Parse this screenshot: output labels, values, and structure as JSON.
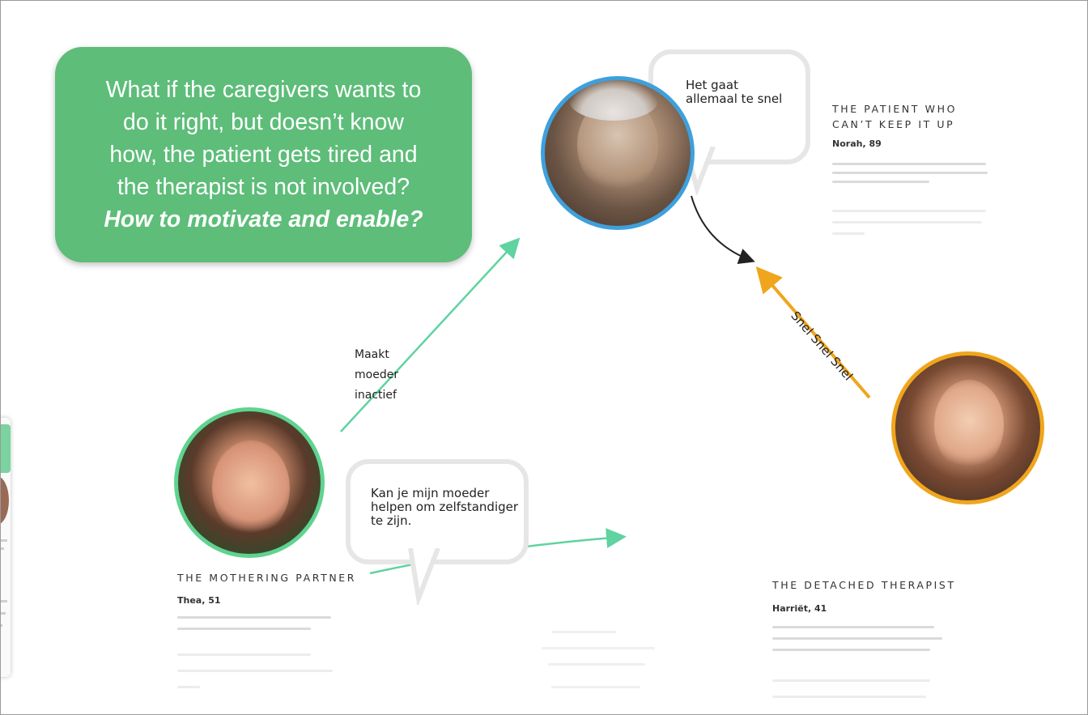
{
  "question": {
    "lines": [
      "What if the caregivers wants to",
      "do it right, but doesn’t know",
      "how, the patient gets tired and",
      "the therapist is not involved?"
    ],
    "emphasis": "How to motivate and enable?",
    "color": "#5dbd79"
  },
  "patient": {
    "title": "THE PATIENT WHO\nCAN’T KEEP IT UP",
    "name": "Norah, 89",
    "bubble": "Het gaat\nallemaal te snel",
    "ring_color": "#3ea0dc"
  },
  "partner": {
    "title": "THE MOTHERING PARTNER",
    "name": "Thea, 51",
    "bubble": "Kan je mijn moeder\nhelpen om zelfstandiger\nte zijn.",
    "ring_color": "#5fd38f"
  },
  "therapist": {
    "title": "THE DETACHED THERAPIST",
    "name": "Harriët, 41",
    "ring_color": "#f0a51c"
  },
  "arrows": {
    "partner_to_patient_label": "Maakt\nmoeder\ninactief",
    "therapist_to_patient_label": "Snel Snel Snel",
    "green": "#5fd3a0",
    "orange": "#f0a51c",
    "dark": "#222222"
  }
}
